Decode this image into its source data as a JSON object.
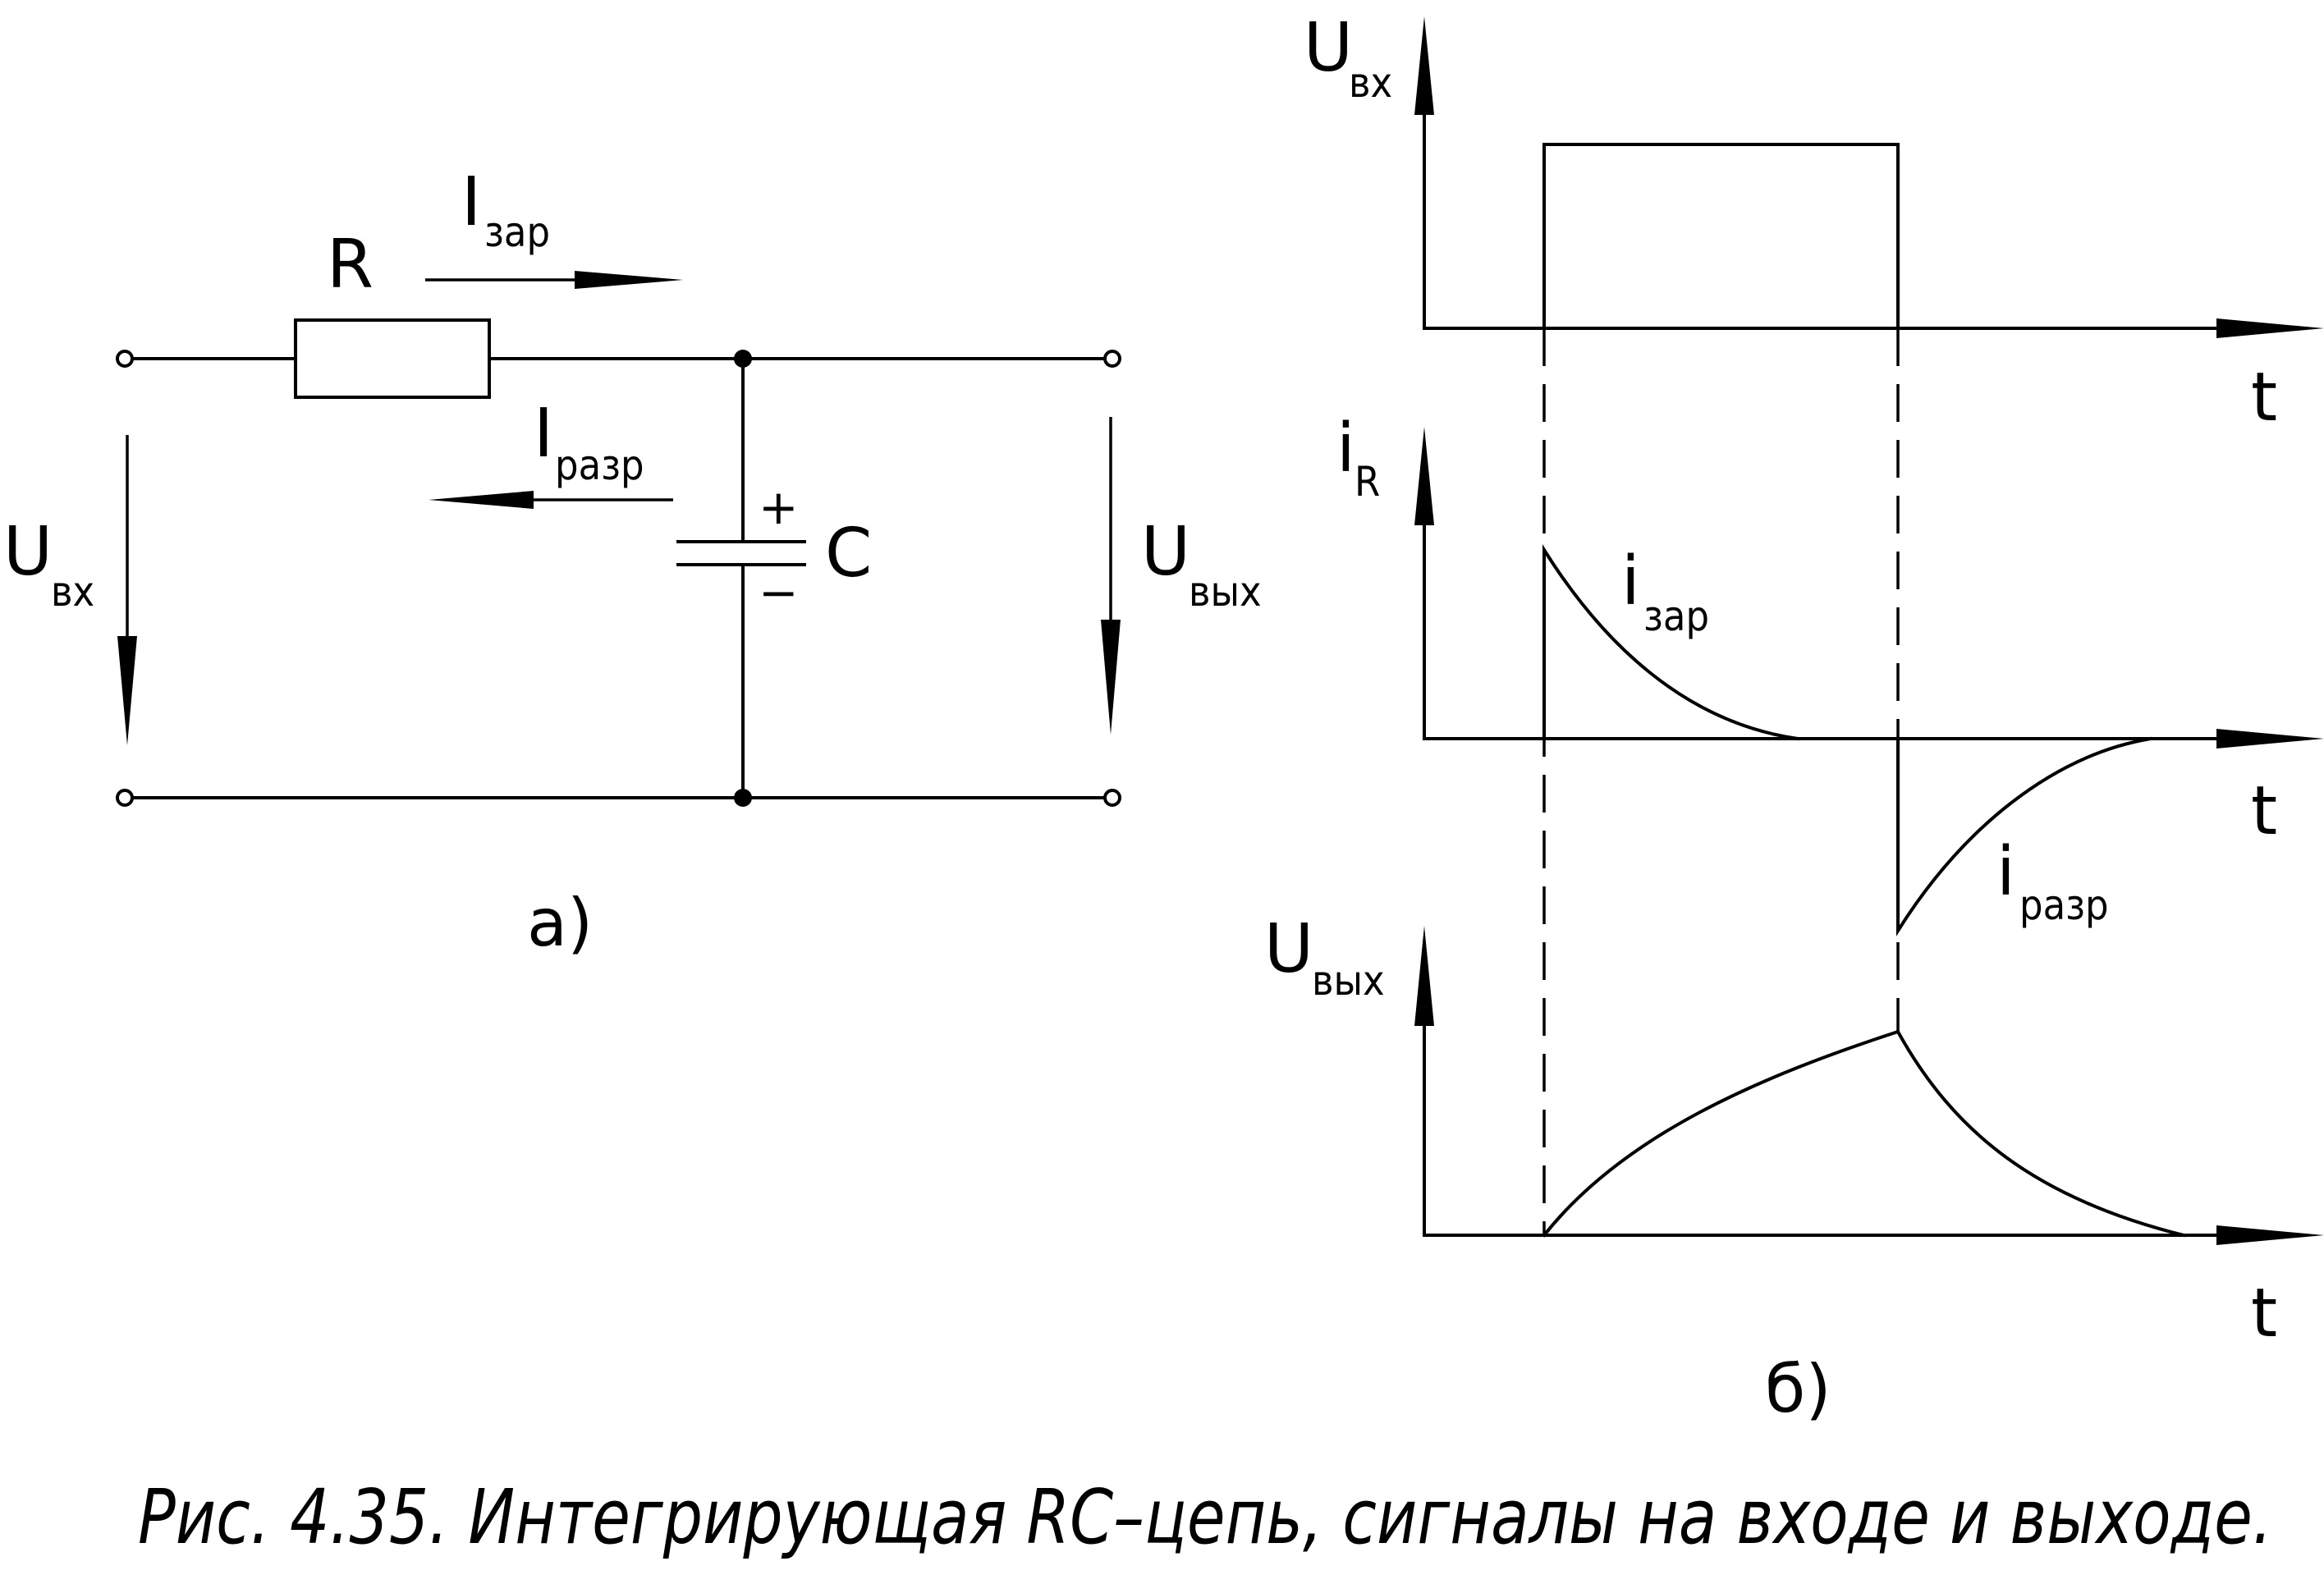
{
  "circuit": {
    "resistor_label": "R",
    "capacitor_label": "C",
    "plus_sign": "+",
    "minus_sign": "−",
    "charge_current": {
      "main": "I",
      "sub": "зар"
    },
    "discharge_current": {
      "main": "I",
      "sub": "разр"
    },
    "input_voltage": {
      "main": "U",
      "sub": "вх"
    },
    "output_voltage": {
      "main": "U",
      "sub": "вых"
    },
    "part_label": "а)"
  },
  "graphs": {
    "input": {
      "y_label": {
        "main": "U",
        "sub": "вх"
      },
      "x_label": "t"
    },
    "current": {
      "y_label": {
        "main": "i",
        "sub": "R"
      },
      "x_label": "t",
      "charge_label": {
        "main": "i",
        "sub": "зар"
      },
      "discharge_label": {
        "main": "i",
        "sub": "разр"
      }
    },
    "output": {
      "y_label": {
        "main": "U",
        "sub": "вых"
      },
      "x_label": "t"
    },
    "part_label": "б)"
  },
  "caption": "Рис. 4.35. Интегрирующая RC–цепь, сигналы на входе и выходе."
}
